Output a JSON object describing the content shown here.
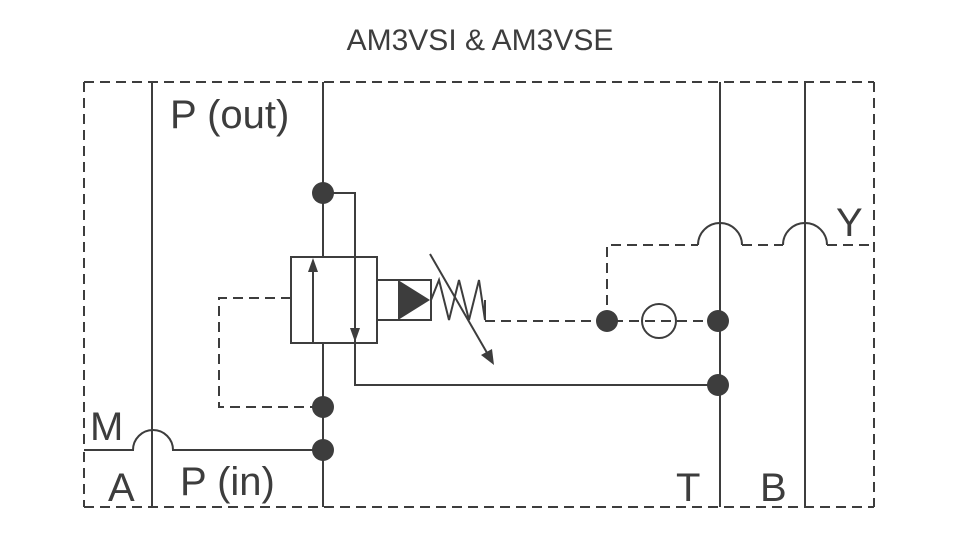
{
  "title": "AM3VSI & AM3VSE",
  "ports": {
    "p_out": "P (out)",
    "p_in": "P (in)",
    "m": "M",
    "a": "A",
    "t": "T",
    "b": "B",
    "y": "Y"
  },
  "colors": {
    "line": "#3d3d3d",
    "background": "#ffffff"
  }
}
